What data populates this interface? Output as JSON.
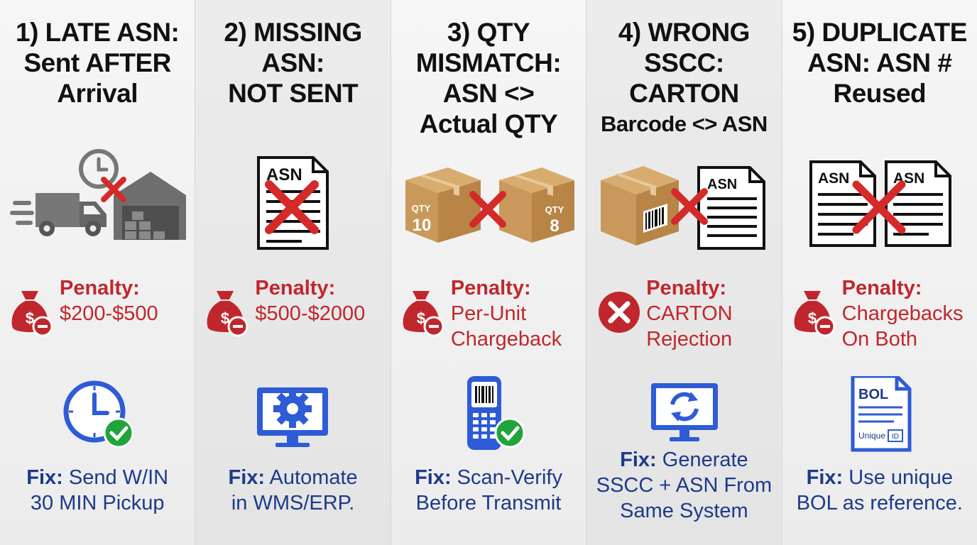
{
  "columns": [
    {
      "title": [
        "1) LATE ASN:",
        "Sent AFTER",
        "Arrival"
      ],
      "penalty_label": "Penalty:",
      "penalty_value": [
        "$200-$500"
      ],
      "fix_label": "Fix:",
      "fix_text": [
        " Send W/IN",
        "30 MIN Pickup"
      ],
      "illustration_icon": "late-truck-warehouse-icon",
      "fix_icon": "clock-check-icon"
    },
    {
      "title": [
        "2) MISSING",
        "ASN:",
        "NOT SENT"
      ],
      "penalty_label": "Penalty:",
      "penalty_value": [
        "$500-$2000"
      ],
      "fix_label": "Fix:",
      "fix_text": [
        " Automate",
        "in WMS/ERP."
      ],
      "illustration_icon": "asn-document-crossed-icon",
      "illustration_text": "ASN",
      "fix_icon": "monitor-gear-icon"
    },
    {
      "title": [
        "3) QTY",
        "MISMATCH:",
        "ASN <>",
        "Actual QTY"
      ],
      "penalty_label": "Penalty:",
      "penalty_value": [
        "Per-Unit",
        "Chargeback"
      ],
      "fix_label": "Fix:",
      "fix_text": [
        " Scan-Verify",
        "Before Transmit"
      ],
      "illustration_icon": "qty-boxes-icon",
      "box_left": {
        "label": "QTY",
        "qty": "10"
      },
      "box_right": {
        "label": "QTY",
        "qty": "8"
      },
      "fix_icon": "handheld-scanner-check-icon"
    },
    {
      "title": [
        "4) WRONG",
        "SSCC:",
        "CARTON",
        "Barcode <> ASN"
      ],
      "penalty_label": "Penalty:",
      "penalty_value": [
        "CARTON",
        "Rejection"
      ],
      "fix_label": "Fix:",
      "fix_text": [
        " Generate",
        "SSCC + ASN From",
        "Same System"
      ],
      "illustration_icon": "carton-barcode-asn-icon",
      "illustration_text": "ASN",
      "fix_icon": "monitor-sync-icon"
    },
    {
      "title": [
        "5) DUPLICATE",
        "ASN: ASN #",
        "Reused"
      ],
      "penalty_label": "Penalty:",
      "penalty_value": [
        "Chargebacks",
        "On Both"
      ],
      "fix_label": "Fix:",
      "fix_text": [
        " Use unique",
        "BOL as reference."
      ],
      "illustration_icon": "duplicate-asn-icon",
      "doc_left_text": "ASN",
      "doc_right_text": "ASN",
      "fix_icon": "bol-document-icon",
      "bol_title": "BOL",
      "bol_sub": "Unique",
      "bol_id": "ID"
    }
  ],
  "colors": {
    "title": "#111111",
    "penalty": "#c0272d",
    "fix": "#1d3a8a",
    "icon_blue": "#2e5bd6",
    "check_green": "#21a53b",
    "cross_red": "#d42a2a",
    "box_tan": "#c9995b"
  }
}
